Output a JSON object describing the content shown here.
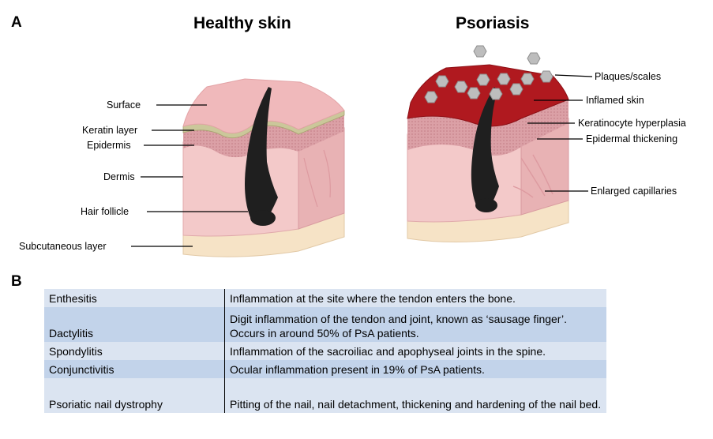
{
  "panel_a": {
    "label": "A",
    "healthy_title": "Healthy skin",
    "psoriasis_title": "Psoriasis",
    "healthy_labels": {
      "surface": "Surface",
      "keratin": "Keratin layer",
      "epidermis": "Epidermis",
      "dermis": "Dermis",
      "hair": "Hair follicle",
      "subcutaneous": "Subcutaneous layer"
    },
    "psoriasis_labels": {
      "plaques": "Plaques/scales",
      "inflamed": "Inflamed skin",
      "hyperplasia": "Keratinocyte hyperplasia",
      "thickening": "Epidermal thickening",
      "capillaries": "Enlarged capillaries"
    }
  },
  "panel_b": {
    "label": "B",
    "rows": [
      {
        "term": "Enthesitis",
        "desc": "Inflammation at the site where the tendon enters the bone."
      },
      {
        "term": "Dactylitis",
        "desc": "Digit inflammation of the tendon and joint, known as ‘sausage finger’. Occurs in around 50% of PsA patients."
      },
      {
        "term": "Spondylitis",
        "desc": "Inflammation of the sacroiliac and apophyseal joints in the spine."
      },
      {
        "term": "Conjunctivitis",
        "desc": "Ocular inflammation present in 19% of PsA patients."
      },
      {
        "term": "Psoriatic nail dystrophy",
        "desc": "Pitting of the nail, nail detachment, thickening and hardening of the nail bed."
      }
    ]
  },
  "colors": {
    "skin_front": "#f3c9c9",
    "skin_top": "#f0b9bb",
    "dermis_right": "#e8b2b4",
    "epidermis": "#d99ba0",
    "keratin": "#cbc79a",
    "subcutaneous": "#f6e3c6",
    "hair": "#1f1f1f",
    "plaque": "#b0191f",
    "scale": "#bdbdbd",
    "table_light": "#dbe4f1",
    "table_dark": "#c2d3ea"
  }
}
